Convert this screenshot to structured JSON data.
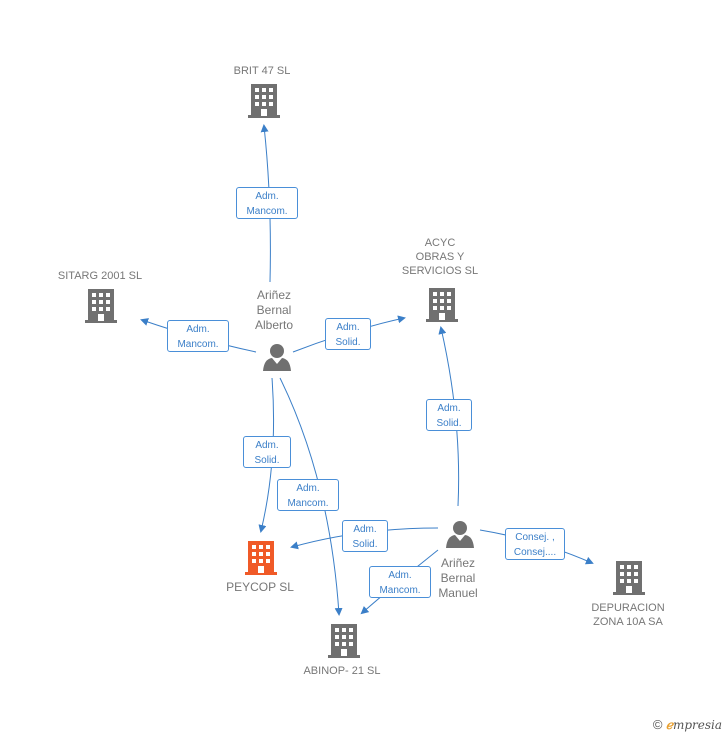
{
  "companies": {
    "brit47": {
      "label": "BRIT 47 SL"
    },
    "sitarg": {
      "label": "SITARG 2001 SL"
    },
    "acyc": {
      "label_lines": [
        "ACYC",
        "OBRAS Y",
        "SERVICIOS  SL"
      ]
    },
    "peycop": {
      "label": "PEYCOP SL",
      "color": "#f05a28"
    },
    "abinop": {
      "label": "ABINOP- 21 SL"
    },
    "depuracion": {
      "label_lines": [
        "DEPURACION",
        "ZONA 10A SA"
      ]
    }
  },
  "persons": {
    "alberto": {
      "label_lines": [
        "Ariñez",
        "Bernal",
        "Alberto"
      ]
    },
    "manuel": {
      "label_lines": [
        "Ariñez",
        "Bernal",
        "Manuel"
      ]
    }
  },
  "relations": [
    {
      "id": "alberto-brit47",
      "lines": [
        "Adm.",
        "Mancom."
      ]
    },
    {
      "id": "alberto-sitarg",
      "lines": [
        "Adm.",
        "Mancom."
      ]
    },
    {
      "id": "alberto-acyc",
      "lines": [
        "Adm.",
        "Solid."
      ]
    },
    {
      "id": "alberto-peycop",
      "lines": [
        "Adm.",
        "Solid."
      ]
    },
    {
      "id": "alberto-abinop",
      "lines": [
        "Adm.",
        "Mancom."
      ]
    },
    {
      "id": "manuel-acyc",
      "lines": [
        "Adm.",
        "Solid."
      ]
    },
    {
      "id": "manuel-peycop",
      "lines": [
        "Adm.",
        "Solid."
      ]
    },
    {
      "id": "manuel-abinop",
      "lines": [
        "Adm.",
        "Mancom."
      ]
    },
    {
      "id": "manuel-depuracion",
      "lines": [
        "Consej. ,",
        "Consej...."
      ]
    }
  ],
  "colors": {
    "edge": "#3b7fc8",
    "building": "#707070",
    "building_highlight": "#f05a28",
    "person": "#707070"
  },
  "logo": {
    "symbol": "©",
    "brand_initial": "ℯ",
    "brand_rest": "mpresia"
  }
}
